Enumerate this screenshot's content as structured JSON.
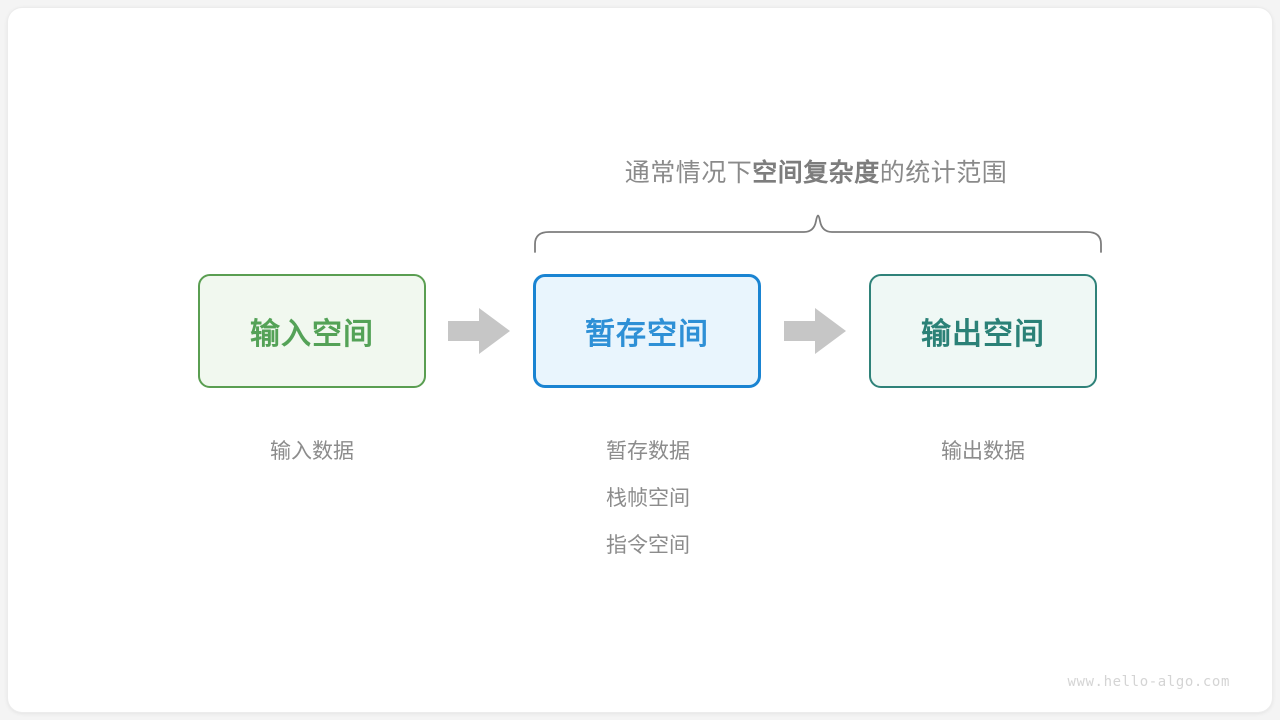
{
  "diagram": {
    "title_prefix": "通常情况下",
    "title_emphasis": "空间复杂度",
    "title_suffix": "的统计范围",
    "brace": {
      "name": "scope-brace",
      "span_label": "暂存空间 + 输出空间"
    },
    "boxes": [
      {
        "label": "输入空间",
        "color": "#54a257",
        "border": "#5a9e51",
        "fill": "#f1f8ef"
      },
      {
        "label": "暂存空间",
        "color": "#2e90d6",
        "border": "#1a84d2",
        "fill": "#e9f5fd"
      },
      {
        "label": "输出空间",
        "color": "#2b8177",
        "border": "#2f8279",
        "fill": "#eff8f5"
      }
    ],
    "arrows": [
      {
        "label": "flow-arrow-1",
        "color": "#c6c6c6"
      },
      {
        "label": "flow-arrow-2",
        "color": "#c6c6c6"
      }
    ],
    "captions": [
      {
        "items": [
          "输入数据"
        ]
      },
      {
        "items": [
          "暂存数据",
          "栈帧空间",
          "指令空间"
        ]
      },
      {
        "items": [
          "输出数据"
        ]
      }
    ],
    "watermark": "www.hello-algo.com"
  }
}
